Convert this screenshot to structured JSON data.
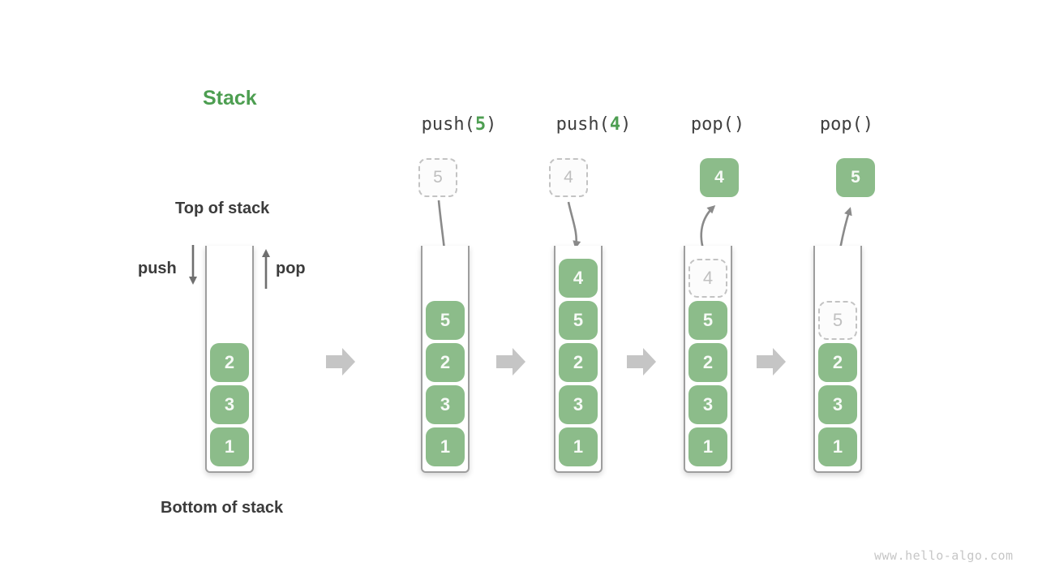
{
  "title": "Stack",
  "labels": {
    "top_of_stack": "Top of stack",
    "bottom_of_stack": "Bottom of stack",
    "push": "push",
    "pop": "pop"
  },
  "operations": [
    {
      "name": "push-5",
      "prefix": "push(",
      "arg": "5",
      "suffix": ")",
      "incoming": "5"
    },
    {
      "name": "push-4",
      "prefix": "push(",
      "arg": "4",
      "suffix": ")",
      "incoming": "4"
    },
    {
      "name": "pop-1",
      "prefix": "pop()",
      "arg": "",
      "suffix": "",
      "popped": "4",
      "ghost": "4"
    },
    {
      "name": "pop-2",
      "prefix": "pop()",
      "arg": "",
      "suffix": "",
      "popped": "5",
      "ghost": "5"
    }
  ],
  "stacks": {
    "initial": {
      "blocks": [
        "2",
        "3",
        "1"
      ]
    },
    "after_push5": {
      "blocks": [
        "5",
        "2",
        "3",
        "1"
      ]
    },
    "after_push4": {
      "blocks": [
        "4",
        "5",
        "2",
        "3",
        "1"
      ]
    },
    "after_pop1": {
      "ghost": "4",
      "blocks": [
        "5",
        "2",
        "3",
        "1"
      ]
    },
    "after_pop2": {
      "ghost": "5",
      "blocks": [
        "2",
        "3",
        "1"
      ]
    }
  },
  "colors": {
    "accent_green": "#4d9e51",
    "block_green": "#8cbc8a",
    "dark_text": "#3b3b3b",
    "flow_arrow_gray": "#8a8a8a",
    "push_pop_arrow_gray": "#6f6f6f",
    "transition_arrow_gray": "#c5c5c5",
    "ghost_gray": "#c0c0c0",
    "watermark_gray": "#c6c6c6"
  },
  "watermark": "www.hello-algo.com"
}
